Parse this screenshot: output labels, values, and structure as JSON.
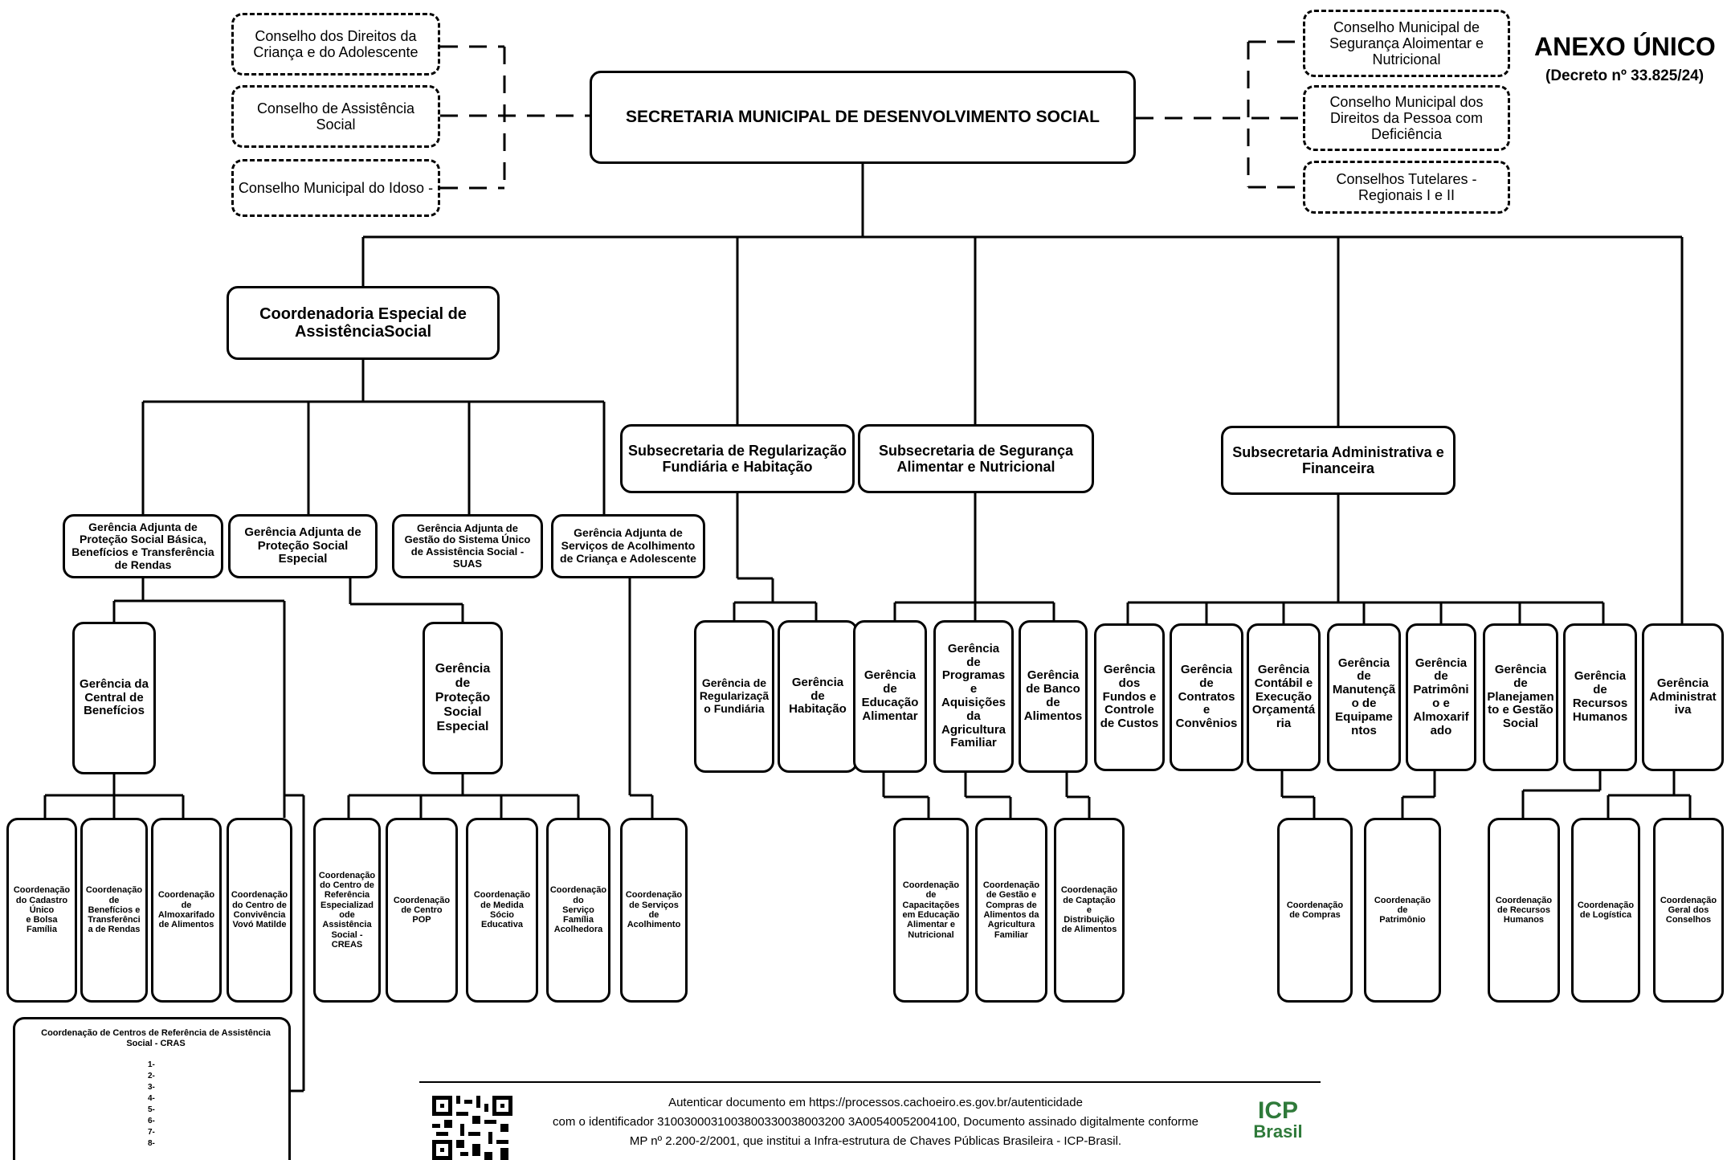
{
  "annex": {
    "title": "ANEXO ÚNICO",
    "decree": "(Decreto nº 33.825/24)"
  },
  "top": {
    "secretaria": "SECRETARIA MUNICIPAL DE DESENVOLVIMENTO SOCIAL"
  },
  "councils_left": [
    "Conselho dos Direitos da\nCriança e do Adolescente",
    "Conselho de Assistência\nSocial",
    "Conselho Municipal do Idoso -"
  ],
  "councils_right": [
    "Conselho Municipal de\nSegurança Aloimentar e\nNutricional",
    "Conselho Municipal dos\nDireitos da Pessoa com\nDeficiência",
    "Conselhos Tutelares -\nRegionais I e II"
  ],
  "level2": {
    "coordenadoria": "Coordenadoria Especial de\nAssistênciaSocial",
    "sub_fundiaria": "Subsecretaria de Regularização\nFundiária e Habitação",
    "sub_seguranca": "Subsecretaria de Segurança\nAlimentar e Nutricional",
    "sub_admin": "Subsecretaria Administrativa e\nFinanceira",
    "ger_administrativa": "Gerência\nAdministrat\niva"
  },
  "adjuntas": [
    "Gerência Adjunta de\nProteção Social Básica,\nBenefícios e Transferência\nde Rendas",
    "Gerência Adjunta de\nProteção Social\nEspecial",
    "Gerência Adjunta de\nGestão do Sistema Único\nde Assistência Social -\nSUAS",
    "Gerência Adjunta de\nServiços de Acolhimento\nde Criança e Adolescente"
  ],
  "gerencias_assist": {
    "central_beneficios": "Gerência da\nCentral de\nBenefícios",
    "protecao_especial": "Gerência de\nProteção\nSocial\nEspecial"
  },
  "gerencias_fundiaria": [
    "Gerência de\nRegularizaçã\no Fundiária",
    "Gerência\nde\nHabitação"
  ],
  "gerencias_seguranca": [
    "Gerência\nde\nEducação\nAlimentar",
    "Gerência\nde\nProgramas\ne\nAquisições\nda\nAgricultura\nFamiliar",
    "Gerência\nde Banco\nde\nAlimentos"
  ],
  "gerencias_admin": [
    "Gerência\ndos\nFundos e\nControle\nde Custos",
    "Gerência\nde\nContratos\ne\nConvênios",
    "Gerência\nContábil e\nExecução\nOrçamentá\nria",
    "Gerência\nde\nManutençã\no de\nEquipame\nntos",
    "Gerência\nde\nPatrimôni\no e\nAlmoxarif\nado",
    "Gerência\nde\nPlanejamen\nto e Gestão\nSocial",
    "Gerência\nde\nRecursos\nHumanos"
  ],
  "coord_basica": [
    "Coordenação\ndo Cadastro\nÚnico\ne Bolsa\nFamília",
    "Coordenação\nde\nBenefícios e\nTransferênci\na de Rendas",
    "Coordenação\nde\nAlmoxarifado\nde Alimentos",
    "Coordenação\ndo Centro de\nConvivência\nVovó Matilde"
  ],
  "coord_especial": [
    "Coordenação\ndo Centro de\nReferência\nEspecializad\node\nAssistência\nSocial -\nCREAS",
    "Coordenação\nde Centro\nPOP",
    "Coordenação\nde Medida\nSócio\nEducativa",
    "Coordenação\ndo\nServiço\nFamília\nAcolhedora"
  ],
  "coord_acolhimento": "Coordenação\nde Serviços\nde\nAcolhimento",
  "coord_seguranca": [
    "Coordenação\nde\nCapacitações\nem Educação\nAlimentar e\nNutricional",
    "Coordenação\nde Gestão e\nCompras de\nAlimentos da\nAgricultura\nFamiliar",
    "Coordenação\nde Captação\ne\nDistribuição\nde Alimentos"
  ],
  "coord_admin": [
    "Coordenação\nde Compras",
    "Coordenação\nde\nPatrimônio",
    "Coordenação\nde Recursos\nHumanos",
    "Coordenação\nde Logística",
    "Coordenação\nGeral dos\nConselhos"
  ],
  "cras": {
    "title": "Coordenação de Centros de Referência de Assistência\nSocial - CRAS",
    "items": [
      "1-",
      "2-",
      "3-",
      "4-",
      "5-",
      "6-",
      "7-",
      "8-"
    ]
  },
  "footer": {
    "line1": "Autenticar documento em https://processos.cachoeiro.es.gov.br/autenticidade",
    "line2": "com o identificador 3100300031003800330038003200 3A00540052004100, Documento assinado digitalmente conforme",
    "line3": "MP nº 2.200-2/2001, que institui a Infra-estrutura de Chaves Públicas Brasileira - ICP-Brasil.",
    "logo_top": "ICP",
    "logo_bottom": "Brasil"
  }
}
